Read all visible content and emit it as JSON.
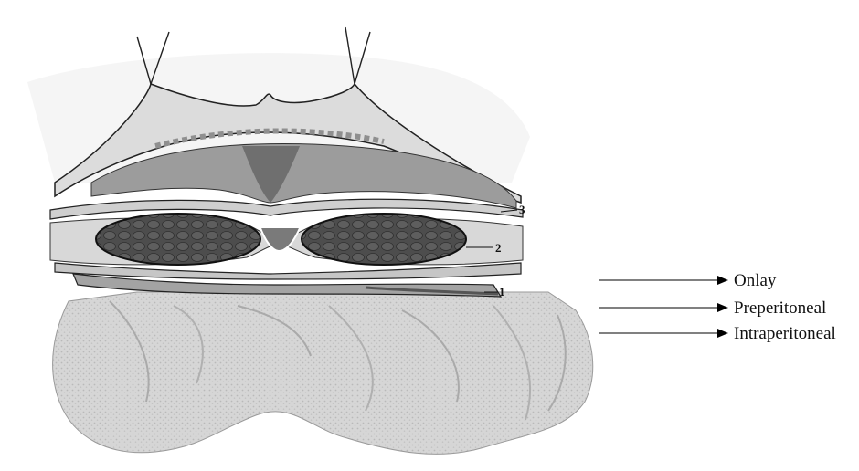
{
  "figure": {
    "layer_labels": {
      "layer_1": "1",
      "layer_2": "2",
      "layer_3": "3"
    },
    "legend": [
      {
        "label": "Onlay"
      },
      {
        "label": "Preperitoneal"
      },
      {
        "label": "Intraperitoneal"
      }
    ],
    "colors": {
      "background": "#ffffff",
      "outline": "#222222",
      "tissue_light": "#d9d9d9",
      "tissue_mid": "#a8a8a8",
      "tissue_dark": "#6a6a6a",
      "muscle": "#4a4a4a",
      "arrow": "#000000"
    }
  }
}
